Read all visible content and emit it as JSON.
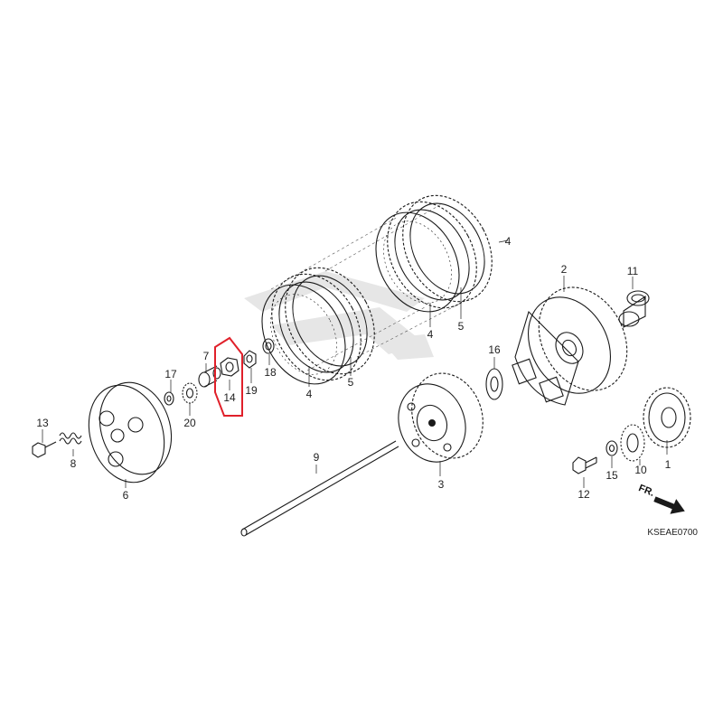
{
  "diagram": {
    "parts": [
      {
        "id": "p1",
        "number": "1"
      },
      {
        "id": "p2",
        "number": "2"
      },
      {
        "id": "p3",
        "number": "3"
      },
      {
        "id": "p4a",
        "number": "4"
      },
      {
        "id": "p4b",
        "number": "4"
      },
      {
        "id": "p4c",
        "number": "4"
      },
      {
        "id": "p5a",
        "number": "5"
      },
      {
        "id": "p5b",
        "number": "5"
      },
      {
        "id": "p6",
        "number": "6"
      },
      {
        "id": "p7",
        "number": "7"
      },
      {
        "id": "p8",
        "number": "8"
      },
      {
        "id": "p9",
        "number": "9"
      },
      {
        "id": "p10",
        "number": "10"
      },
      {
        "id": "p11",
        "number": "11"
      },
      {
        "id": "p12",
        "number": "12"
      },
      {
        "id": "p13",
        "number": "13"
      },
      {
        "id": "p14",
        "number": "14"
      },
      {
        "id": "p15",
        "number": "15"
      },
      {
        "id": "p16",
        "number": "16"
      },
      {
        "id": "p17",
        "number": "17"
      },
      {
        "id": "p18",
        "number": "18"
      },
      {
        "id": "p19",
        "number": "19"
      },
      {
        "id": "p20",
        "number": "20"
      }
    ],
    "direction_label": "FR.",
    "diagram_code": "KSEAE0700",
    "highlight_color": "#e0202a",
    "ink_color": "#1a1a1a",
    "watermark_color": "#e6e6e6"
  }
}
